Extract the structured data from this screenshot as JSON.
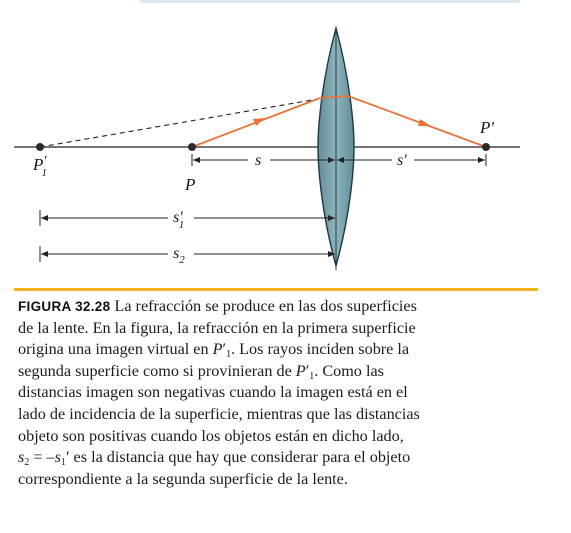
{
  "figure": {
    "labels": {
      "p1_prime_main": "P",
      "p1_prime_mark": "′",
      "p1_prime_sub": "1",
      "p": "P",
      "p_prime": "P′",
      "s": "s",
      "s_prime": "s′",
      "s1_prime_main": "s′",
      "s1_prime_sub": "1",
      "s2_main": "s",
      "s2_sub": "2"
    },
    "colors": {
      "ray": "#e8743a",
      "lens_fill": "#6f99a3",
      "lens_stroke": "#1f3a40",
      "axis": "#222222",
      "divider": "#f2b21c",
      "top_rule": "#dce7f2"
    }
  },
  "caption": {
    "figure_label": "FIGURA 32.28",
    "line1_rest": " La refracción se produce en las dos superficies",
    "line2": "de la lente. En la figura, la refracción en la primera superficie",
    "line3_a": "origina una imagen virtual en ",
    "line3_p": "P",
    "line3_prime_sub": "′",
    "line3_sub": "1",
    "line3_b": ". Los rayos inciden sobre la",
    "line4_a": "segunda superficie como si provinieran de ",
    "line4_p": "P",
    "line4_prime": "′",
    "line4_sub": "1",
    "line4_b": ". Como las",
    "line5": "distancias imagen son negativas cuando la imagen está en el",
    "line6": "lado de incidencia de la superficie, mientras que las distancias",
    "line7": "objeto son positivas cuando los objetos están en dicho lado,",
    "line8_s": "s",
    "line8_sub2": "2",
    "line8_eq": " = –",
    "line8_s1": "s",
    "line8_sub1": "1",
    "line8_rest": "′ es la distancia que hay que considerar para el objeto",
    "line9": "correspondiente a la segunda superficie de la lente."
  }
}
